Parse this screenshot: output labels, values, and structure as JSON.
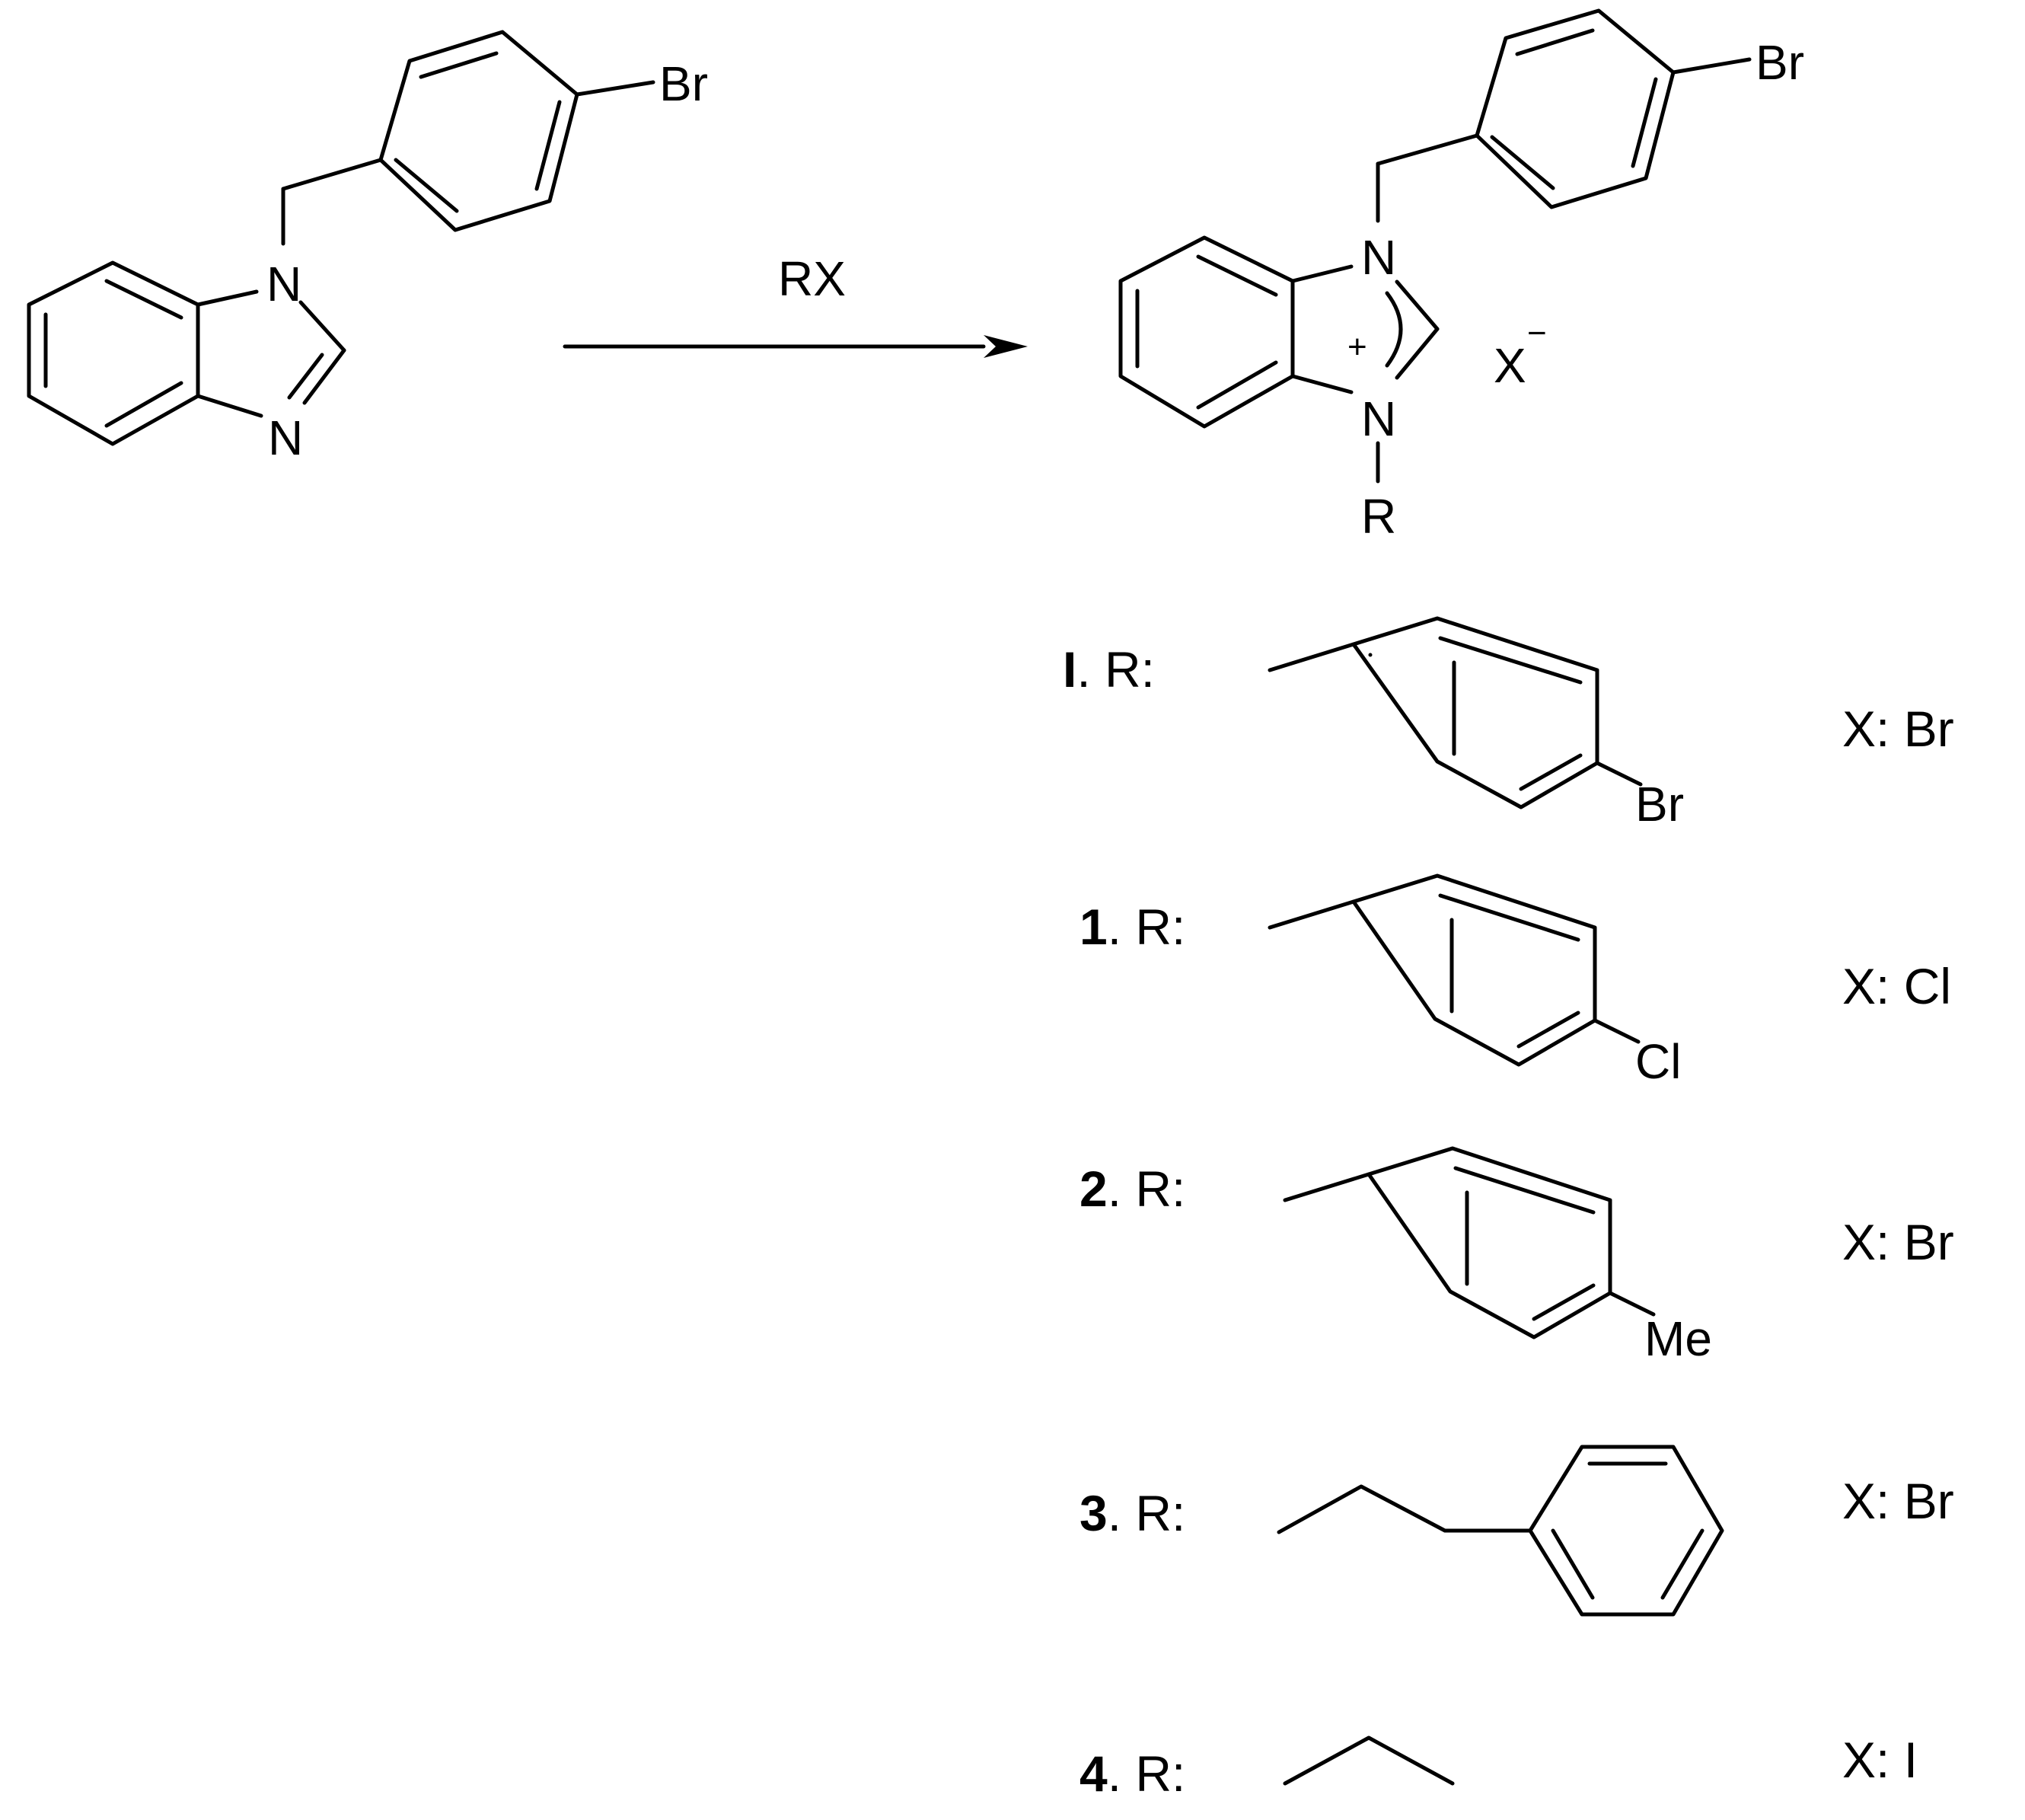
{
  "scheme": {
    "reagent": "RX",
    "starting_material": {
      "substituent": "Br",
      "n1": "N",
      "n3": "N"
    },
    "product": {
      "substituent": "Br",
      "n1": "N",
      "n3": "N",
      "charge": "+",
      "r_group": "R",
      "counter_anion": "X",
      "anion_charge": "−"
    },
    "entries": [
      {
        "id": "I",
        "r_prefix": ". R:",
        "r_substituent": "Br",
        "x_label": "X: Br"
      },
      {
        "id": "1",
        "r_prefix": ". R:",
        "r_substituent": "Cl",
        "x_label": "X: Cl"
      },
      {
        "id": "2",
        "r_prefix": ". R:",
        "r_substituent": "Me",
        "x_label": "X: Br"
      },
      {
        "id": "3",
        "r_prefix": ". R:",
        "r_substituent": "",
        "x_label": "X: Br"
      },
      {
        "id": "4",
        "r_prefix": ". R:",
        "r_substituent": "",
        "x_label": "X: I"
      }
    ]
  }
}
